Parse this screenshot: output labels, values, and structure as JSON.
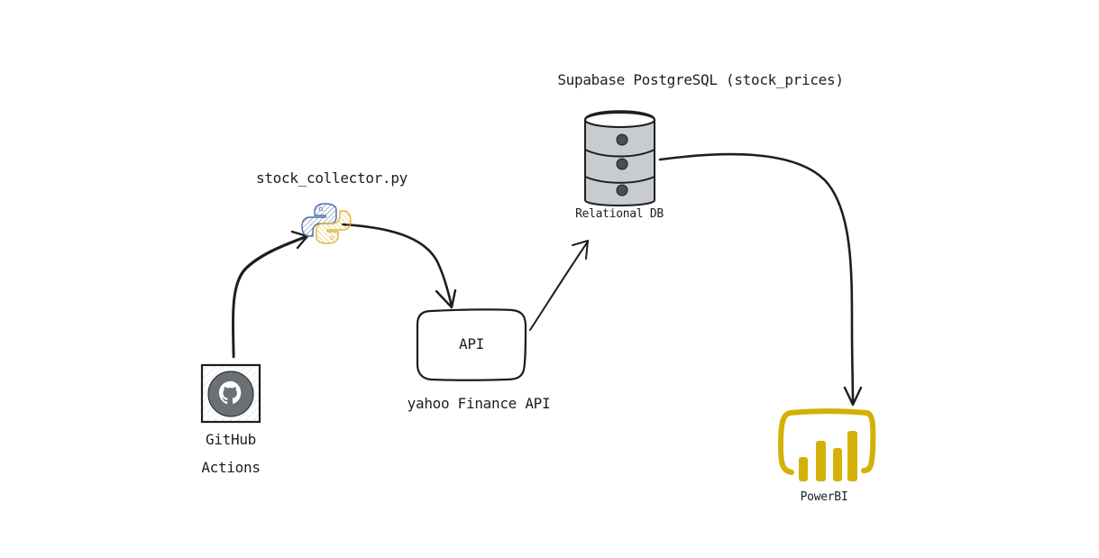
{
  "nodes": {
    "github": {
      "label_line1": "GitHub",
      "label_line2": "Actions",
      "icon": "github-icon"
    },
    "collector": {
      "label": "stock_collector.py",
      "icon": "python-icon"
    },
    "api": {
      "box_label": "API",
      "caption": "yahoo Finance API"
    },
    "database": {
      "title": "Supabase PostgreSQL (stock_prices)",
      "label": "Relational DB",
      "icon": "database-icon"
    },
    "powerbi": {
      "label": "PowerBI",
      "icon": "powerbi-icon"
    }
  },
  "edges": [
    {
      "from": "github",
      "to": "collector"
    },
    {
      "from": "collector",
      "to": "api"
    },
    {
      "from": "api",
      "to": "database"
    },
    {
      "from": "database",
      "to": "powerbi"
    }
  ],
  "colors": {
    "stroke": "#1e1e1e",
    "python_blue": "#4a6fa5",
    "python_yellow": "#f2c94c",
    "db_gray": "#c8cbd0",
    "github_gray": "#6b6f76",
    "powerbi_yellow": "#d4b106",
    "hatch": "#cfd3d8"
  }
}
